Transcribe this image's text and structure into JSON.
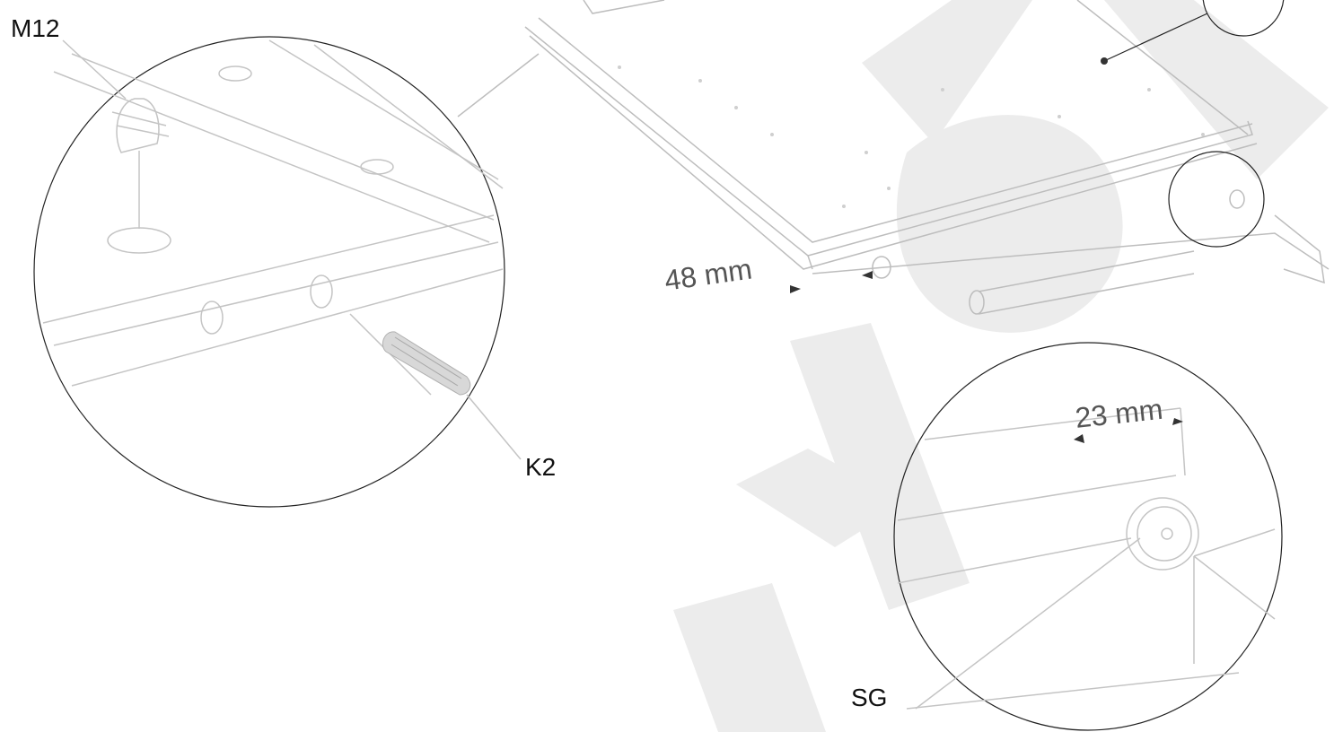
{
  "labels": {
    "part_m12": "M12",
    "part_k2": "K2",
    "part_sg": "SG"
  },
  "dimensions": {
    "offset_48": "48 mm",
    "offset_23": "23 mm"
  },
  "colors": {
    "line": "#222222",
    "faint_line": "#bdbdbd",
    "watermark": "#ececec",
    "text": "#111111"
  }
}
